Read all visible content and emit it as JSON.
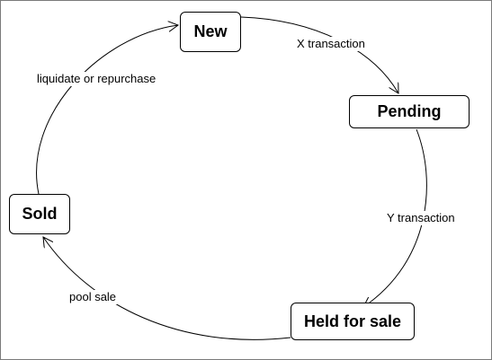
{
  "states": {
    "new": "New",
    "pending": "Pending",
    "held_for_sale": "Held for sale",
    "sold": "Sold"
  },
  "transitions": {
    "new_to_pending": "X  transaction",
    "pending_to_held": "Y  transaction",
    "held_to_sold": "pool sale",
    "sold_to_new": "liquidate or repurchase"
  },
  "colors": {
    "stroke": "#000000",
    "frame": "#7a7a7a",
    "background": "#ffffff"
  }
}
